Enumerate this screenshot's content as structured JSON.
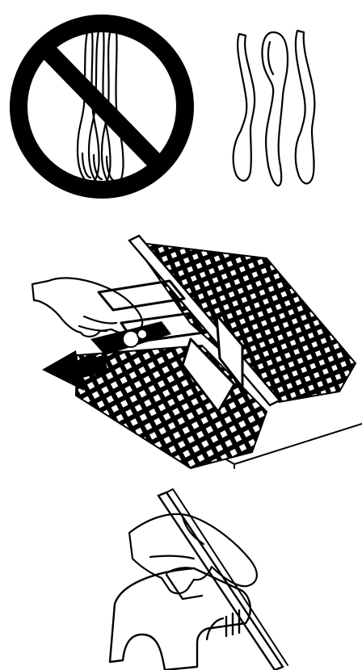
{
  "figure": {
    "panels": [
      {
        "id": "spoons-nested",
        "depicts": "prohibited-nested-spoons"
      },
      {
        "id": "spoons-separated",
        "depicts": "spoons-placed-separately"
      },
      {
        "id": "cutlery-rack",
        "depicts": "hand-pulling-rack-with-arrow"
      },
      {
        "id": "rack-latch",
        "depicts": "hand-pressing-rack-latch"
      }
    ],
    "colors": {
      "ink": "#000000",
      "paper": "#ffffff"
    }
  }
}
